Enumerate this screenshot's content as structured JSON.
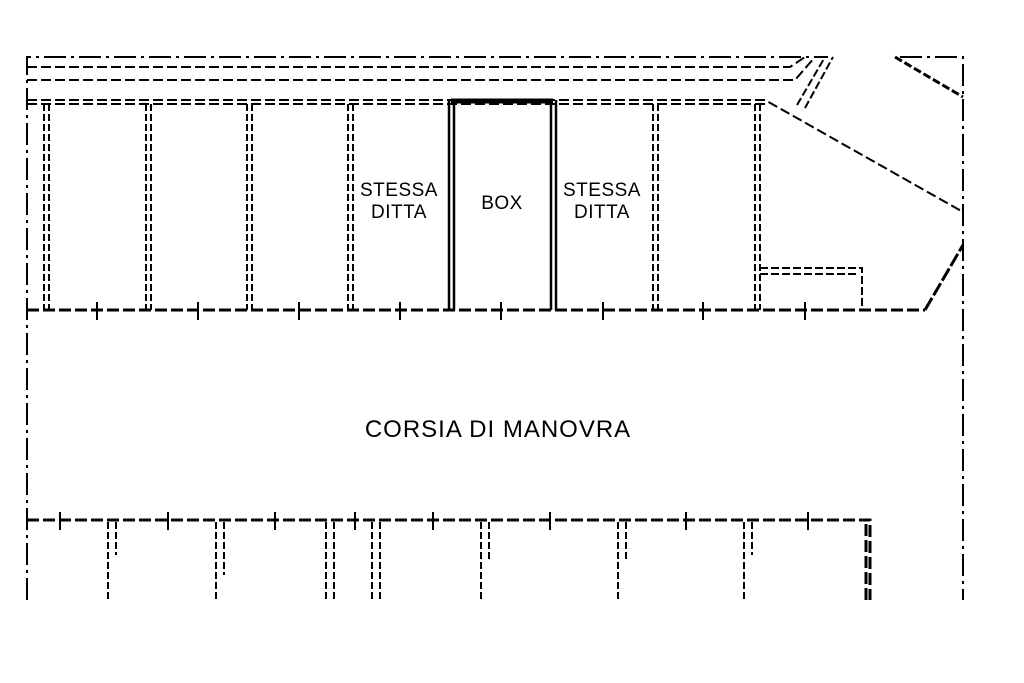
{
  "plan": {
    "left_stall_label": [
      "STESSA",
      "DITTA"
    ],
    "box_label": "BOX",
    "right_stall_label": [
      "STESSA",
      "DITTA"
    ],
    "aisle_label": "CORSIA DI MANOVRA"
  },
  "colors": {
    "line": "#000000",
    "background": "#ffffff"
  }
}
